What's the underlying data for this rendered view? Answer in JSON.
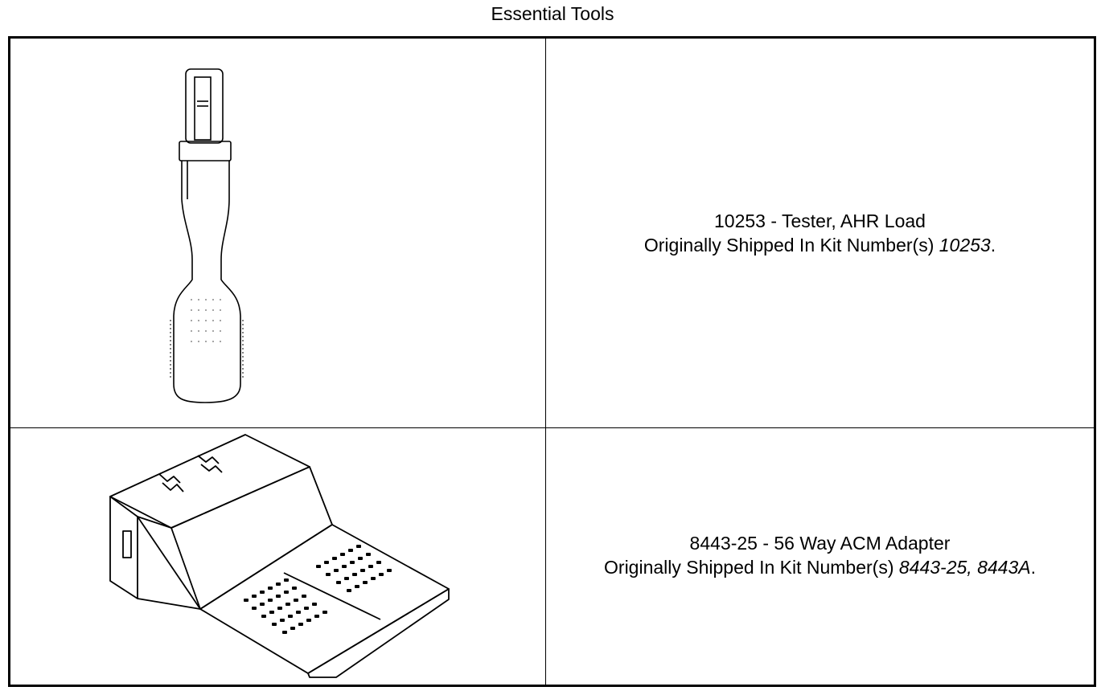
{
  "page": {
    "title": "Essential Tools"
  },
  "tools": [
    {
      "title": "10253 - Tester, AHR Load",
      "shipped_prefix": "Originally Shipped In Kit Number(s) ",
      "kits": "10253",
      "period": ".",
      "icon": "tester-handle-illustration"
    },
    {
      "title": "8443-25 - 56 Way ACM Adapter",
      "shipped_prefix": "Originally Shipped In Kit Number(s) ",
      "kits": "8443-25, 8443A",
      "period": ".",
      "icon": "connector-adapter-illustration"
    }
  ]
}
